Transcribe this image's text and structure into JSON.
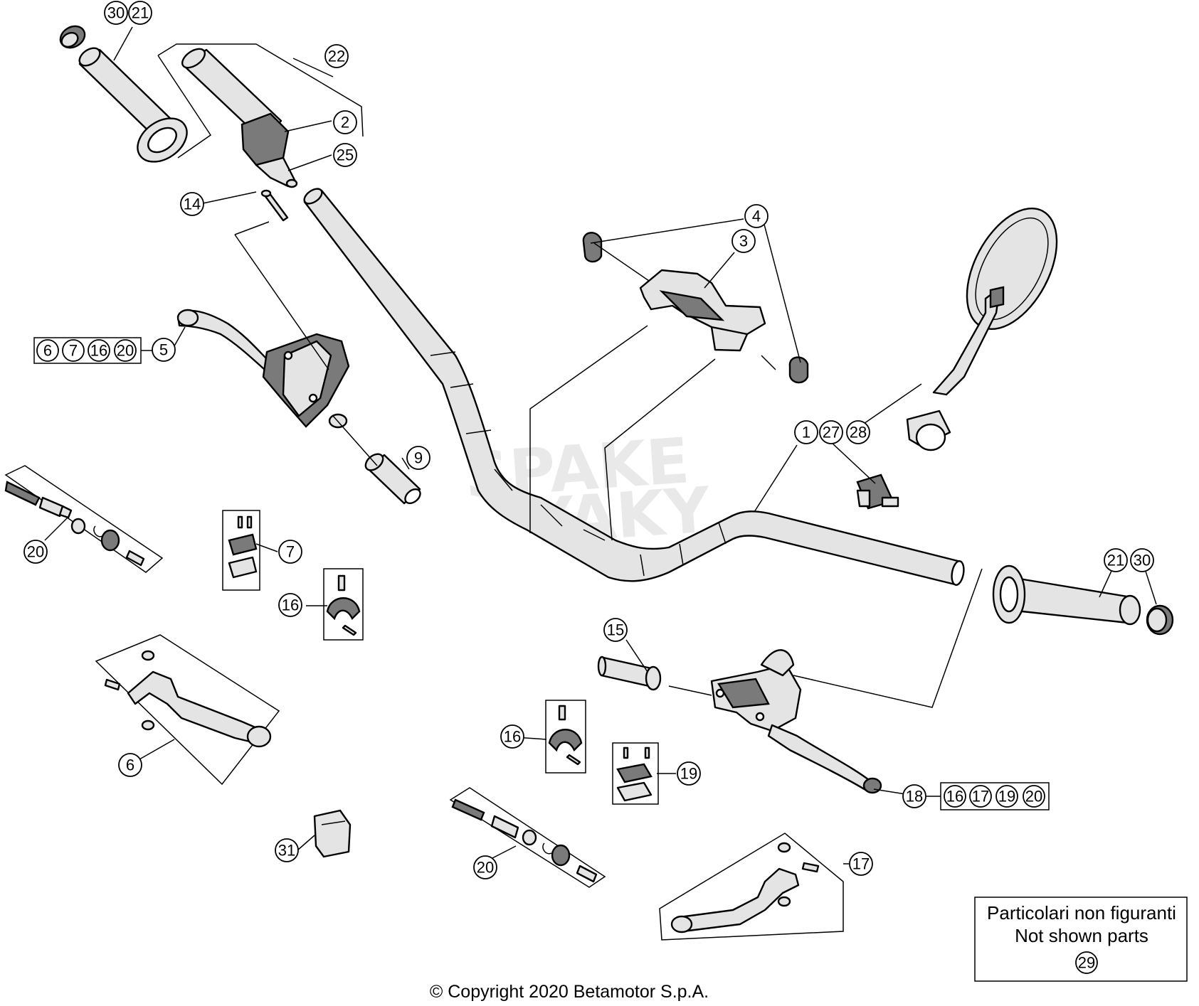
{
  "diagram": {
    "callouts": {
      "c1": "1",
      "c2": "2",
      "c3": "3",
      "c4": "4",
      "c5": "5",
      "c6": "6",
      "c7": "7",
      "c9": "9",
      "c14": "14",
      "c15": "15",
      "c16a": "16",
      "c16b": "16",
      "c17": "17",
      "c18": "18",
      "c19": "19",
      "c20a": "20",
      "c20b": "20",
      "c21a": "21",
      "c21b": "21",
      "c22": "22",
      "c25": "25",
      "c27": "27",
      "c28": "28",
      "c30a": "30",
      "c30b": "30",
      "c31": "31"
    },
    "kit_left": [
      "6",
      "7",
      "16",
      "20"
    ],
    "kit_right": [
      "16",
      "17",
      "19",
      "20"
    ],
    "note": {
      "line1": "Particolari non figuranti",
      "line2": "Not shown parts",
      "number": "29"
    },
    "copyright": "© Copyright 2020 Betamotor S.p.A."
  }
}
